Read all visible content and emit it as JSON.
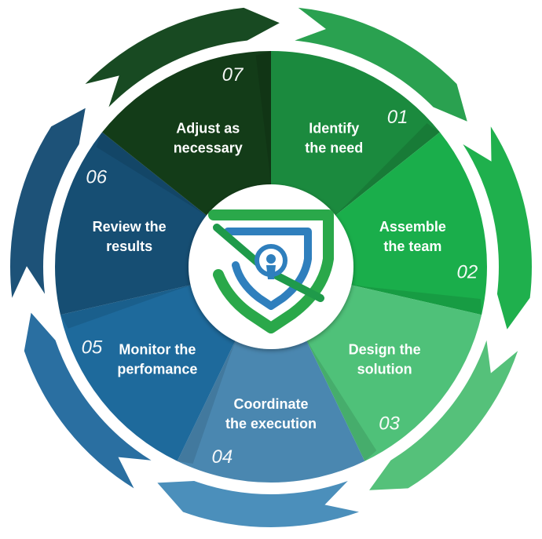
{
  "steps": [
    {
      "number": "01",
      "line1": "Identify",
      "line2": "the need",
      "color": "#1b8a3e"
    },
    {
      "number": "02",
      "line1": "Assemble",
      "line2": "the team",
      "color": "#1aae4b"
    },
    {
      "number": "03",
      "line1": "Design the",
      "line2": "solution",
      "color": "#4fc179"
    },
    {
      "number": "04",
      "line1": "Coordinate",
      "line2": "the execution",
      "color": "#4a87b0"
    },
    {
      "number": "05",
      "line1": "Monitor the",
      "line2": "perfomance",
      "color": "#1e6a9c"
    },
    {
      "number": "06",
      "line1": "Review the",
      "line2": "results",
      "color": "#164e73"
    },
    {
      "number": "07",
      "line1": "Adjust as",
      "line2": "necessary",
      "color": "#133c18"
    }
  ],
  "outer_arrow_colors": [
    "#2aa150",
    "#1fb04d",
    "#55c17a",
    "#4b8fbb",
    "#2a6fa1",
    "#1d5278",
    "#184a22"
  ],
  "center_icon": "shield-keyhole-icon"
}
